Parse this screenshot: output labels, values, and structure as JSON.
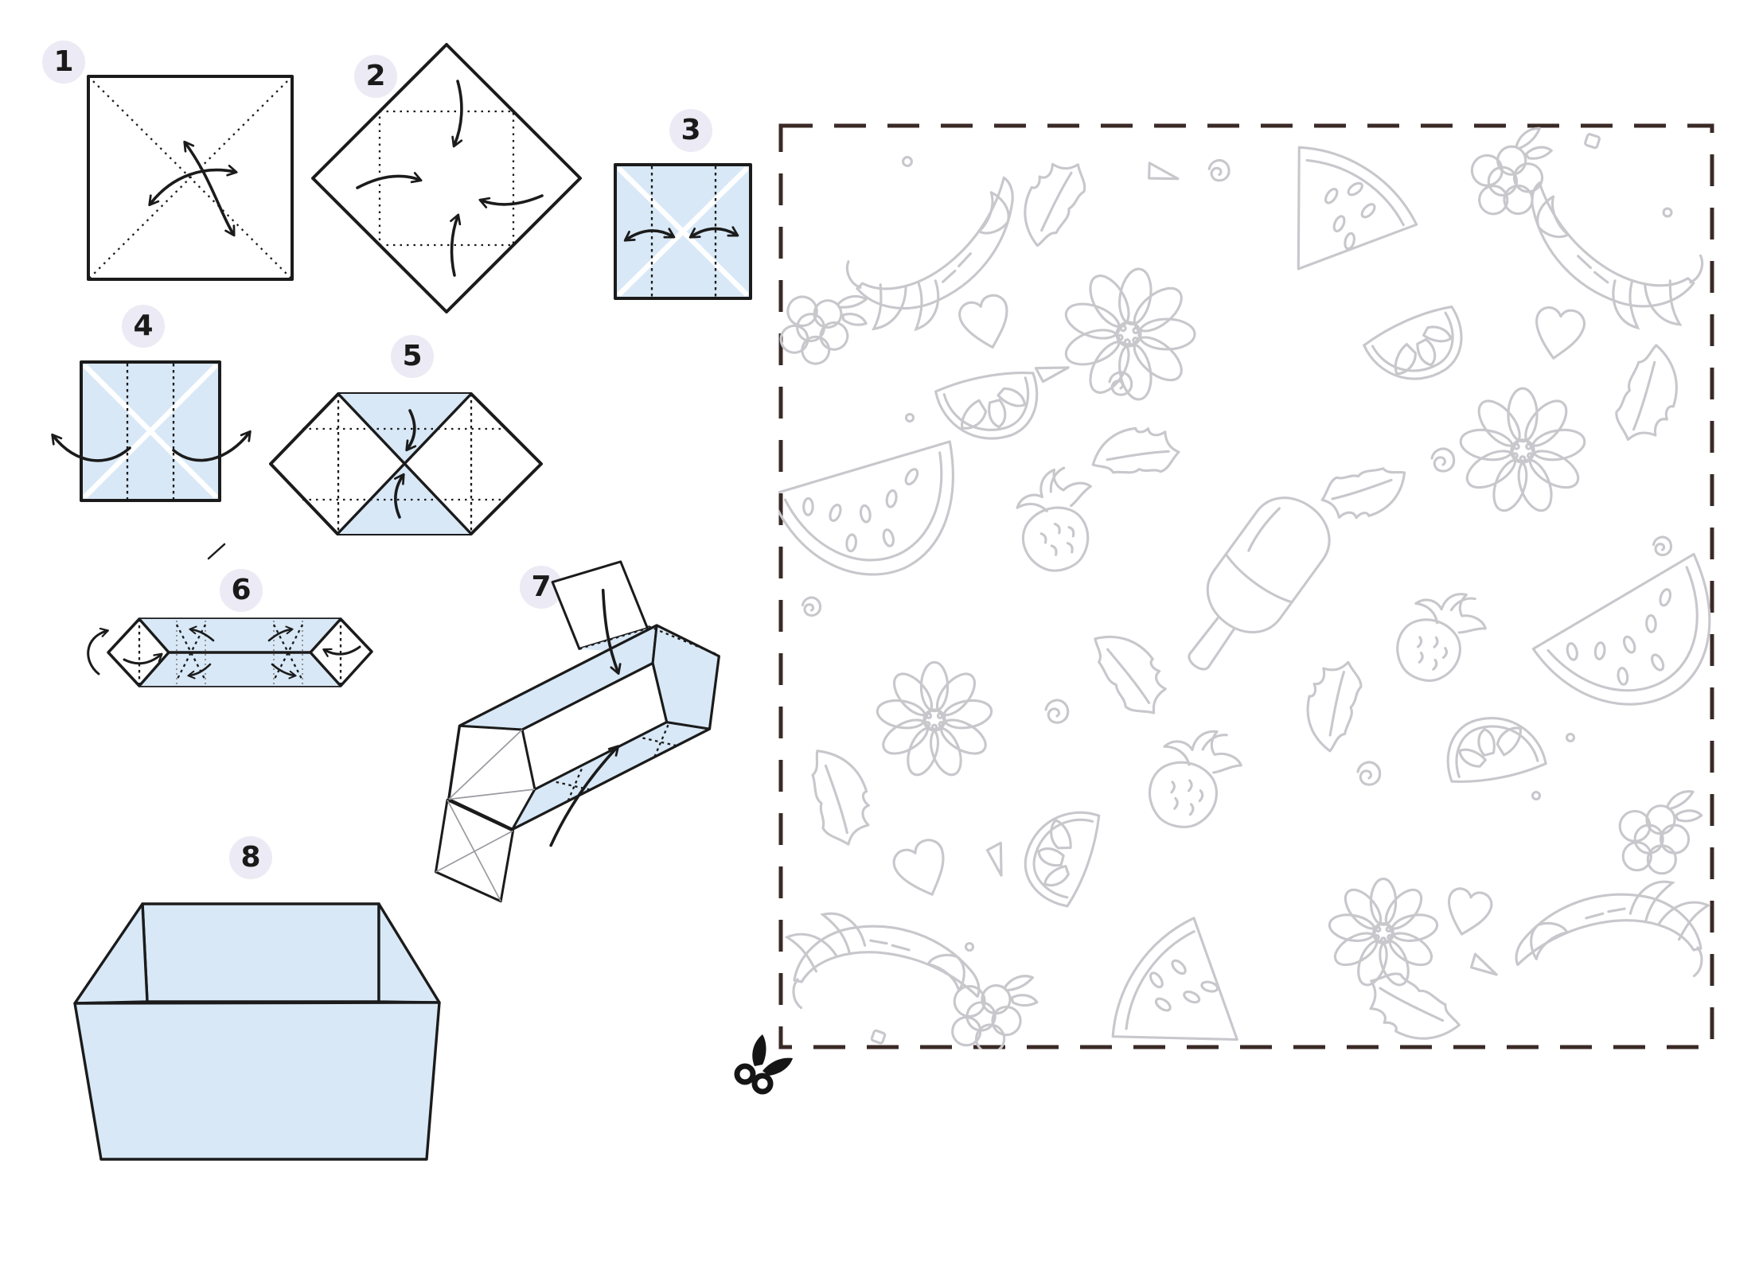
{
  "document": {
    "type": "origami-instruction-sheet",
    "subject": "paper-box-folding-diagram"
  },
  "instructions": {
    "steps": [
      {
        "number": "1",
        "diagram": "square-with-diagonal-creases"
      },
      {
        "number": "2",
        "diagram": "diamond-fold-corners-to-center"
      },
      {
        "number": "3",
        "diagram": "folded-square-fold-sides-to-center"
      },
      {
        "number": "4",
        "diagram": "folded-square-unfold-sides-out"
      },
      {
        "number": "5",
        "diagram": "hexagon-fold-top-and-bottom-triangles-in"
      },
      {
        "number": "6",
        "diagram": "long-strip-fold-end-diamonds"
      },
      {
        "number": "7",
        "diagram": "raise-walls-of-open-box"
      },
      {
        "number": "8",
        "diagram": "finished-open-box"
      }
    ]
  },
  "cut_sheet": {
    "border_style": "dashed-cut-line",
    "scissors_icon": "scissors-icon",
    "pattern_name": "fruit-doodle-pattern",
    "motifs": [
      "banana",
      "watermelon-slice",
      "watermelon-half",
      "daisy-flower",
      "berry-cluster",
      "strawberry",
      "lemon-slice",
      "popsicle",
      "leaf",
      "heart",
      "spiral",
      "triangle-confetti",
      "square-confetti",
      "dot-confetti"
    ]
  },
  "colors": {
    "paper_fill": "#d8e8f6",
    "outline": "#1b1b1b",
    "badge_bg": "#eceaf4",
    "badge_text": "#1a1a1a",
    "pattern_line": "#c7c7cc",
    "cut_border": "#3a2a26",
    "crease_white": "#ffffff"
  }
}
